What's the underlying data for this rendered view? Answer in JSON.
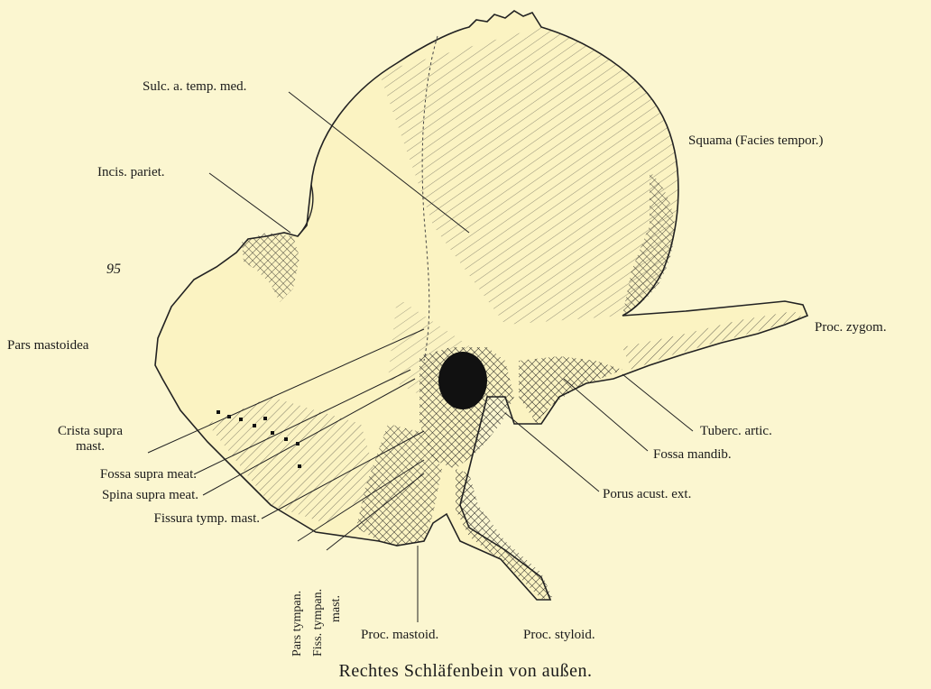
{
  "caption": "Rechtes Schläfenbein von außen.",
  "page_number": "95",
  "labels": {
    "sulc_temp": "Sulc. a. temp. med.",
    "squama": "Squama (Facies tempor.)",
    "incis_pariet": "Incis. pariet.",
    "pars_mastoidea": "Pars mastoidea",
    "proc_zygom": "Proc. zygom.",
    "tuberc_artic": "Tuberc. artic.",
    "fossa_mandib": "Fossa mandib.",
    "porus": "Porus acust. ext.",
    "crista_line1": "Crista supra",
    "crista_line2": "mast.",
    "fossa_supra": "Fossa supra meat.",
    "spina_supra": "Spina supra meat.",
    "fissura_tymp": "Fissura tymp. mast.",
    "pars_tympan": "Pars tympan.",
    "fiss_tympan_line1": "Fiss. tympan.",
    "fiss_tympan_line2": "mast.",
    "proc_mastoid": "Proc. mastoid.",
    "proc_styloid": "Proc. styloid."
  }
}
